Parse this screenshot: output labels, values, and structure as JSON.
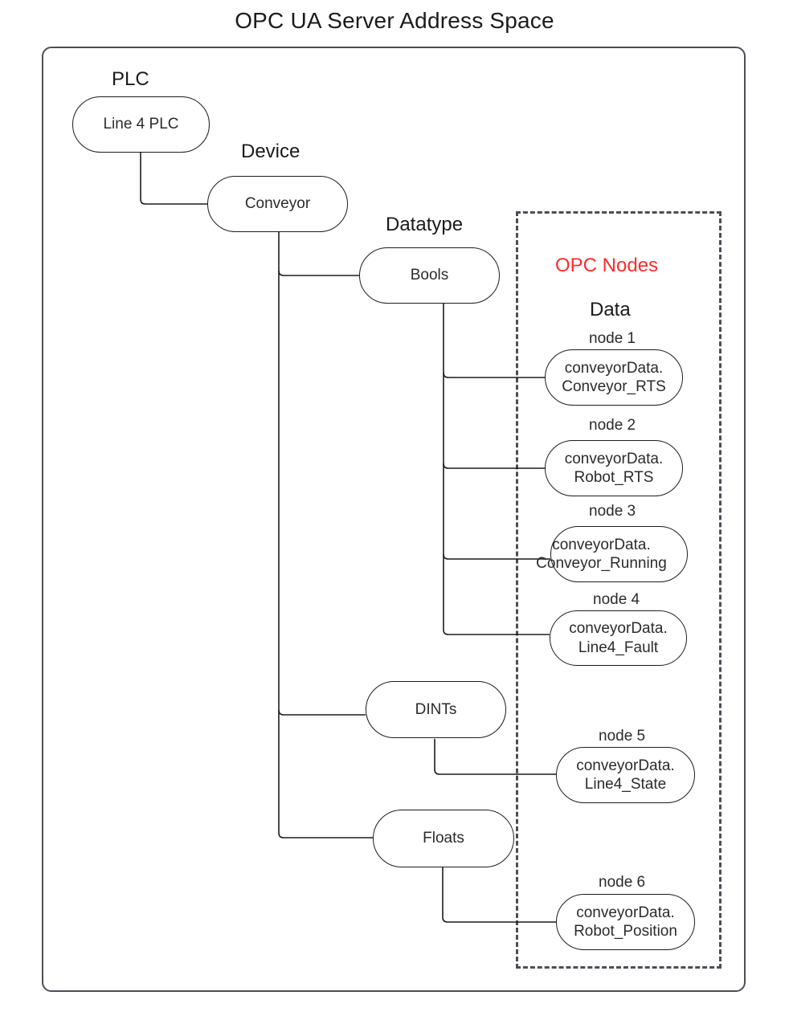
{
  "diagram": {
    "title": "OPC UA Server Address Space",
    "colors": {
      "frame": "#4b4f56",
      "node_stroke": "#1d1d1d",
      "text": "#2b2b2b",
      "accent_red": "#ff2b2b",
      "background": "#ffffff"
    }
  },
  "captions": {
    "plc": "PLC",
    "device": "Device",
    "datatype": "Datatype",
    "opc_nodes": "OPC Nodes",
    "data": "Data"
  },
  "nodes": {
    "plc": {
      "label": "Line 4 PLC"
    },
    "device": {
      "label": "Conveyor"
    },
    "datatypes": [
      {
        "label": "Bools"
      },
      {
        "label": "DINTs"
      },
      {
        "label": "Floats"
      }
    ]
  },
  "opc_nodes": [
    {
      "caption": "node 1",
      "line1": "conveyorData.",
      "line2": "Conveyor_RTS",
      "parent": "Bools"
    },
    {
      "caption": "node 2",
      "line1": "conveyorData.",
      "line2": "Robot_RTS",
      "parent": "Bools"
    },
    {
      "caption": "node 3",
      "line1": "conveyorData.",
      "line2": "Conveyor_Running",
      "parent": "Bools"
    },
    {
      "caption": "node 4",
      "line1": "conveyorData.",
      "line2": "Line4_Fault",
      "parent": "Bools"
    },
    {
      "caption": "node 5",
      "line1": "conveyorData.",
      "line2": "Line4_State",
      "parent": "DINTs"
    },
    {
      "caption": "node 6",
      "line1": "conveyorData.",
      "line2": "Robot_Position",
      "parent": "Floats"
    }
  ]
}
